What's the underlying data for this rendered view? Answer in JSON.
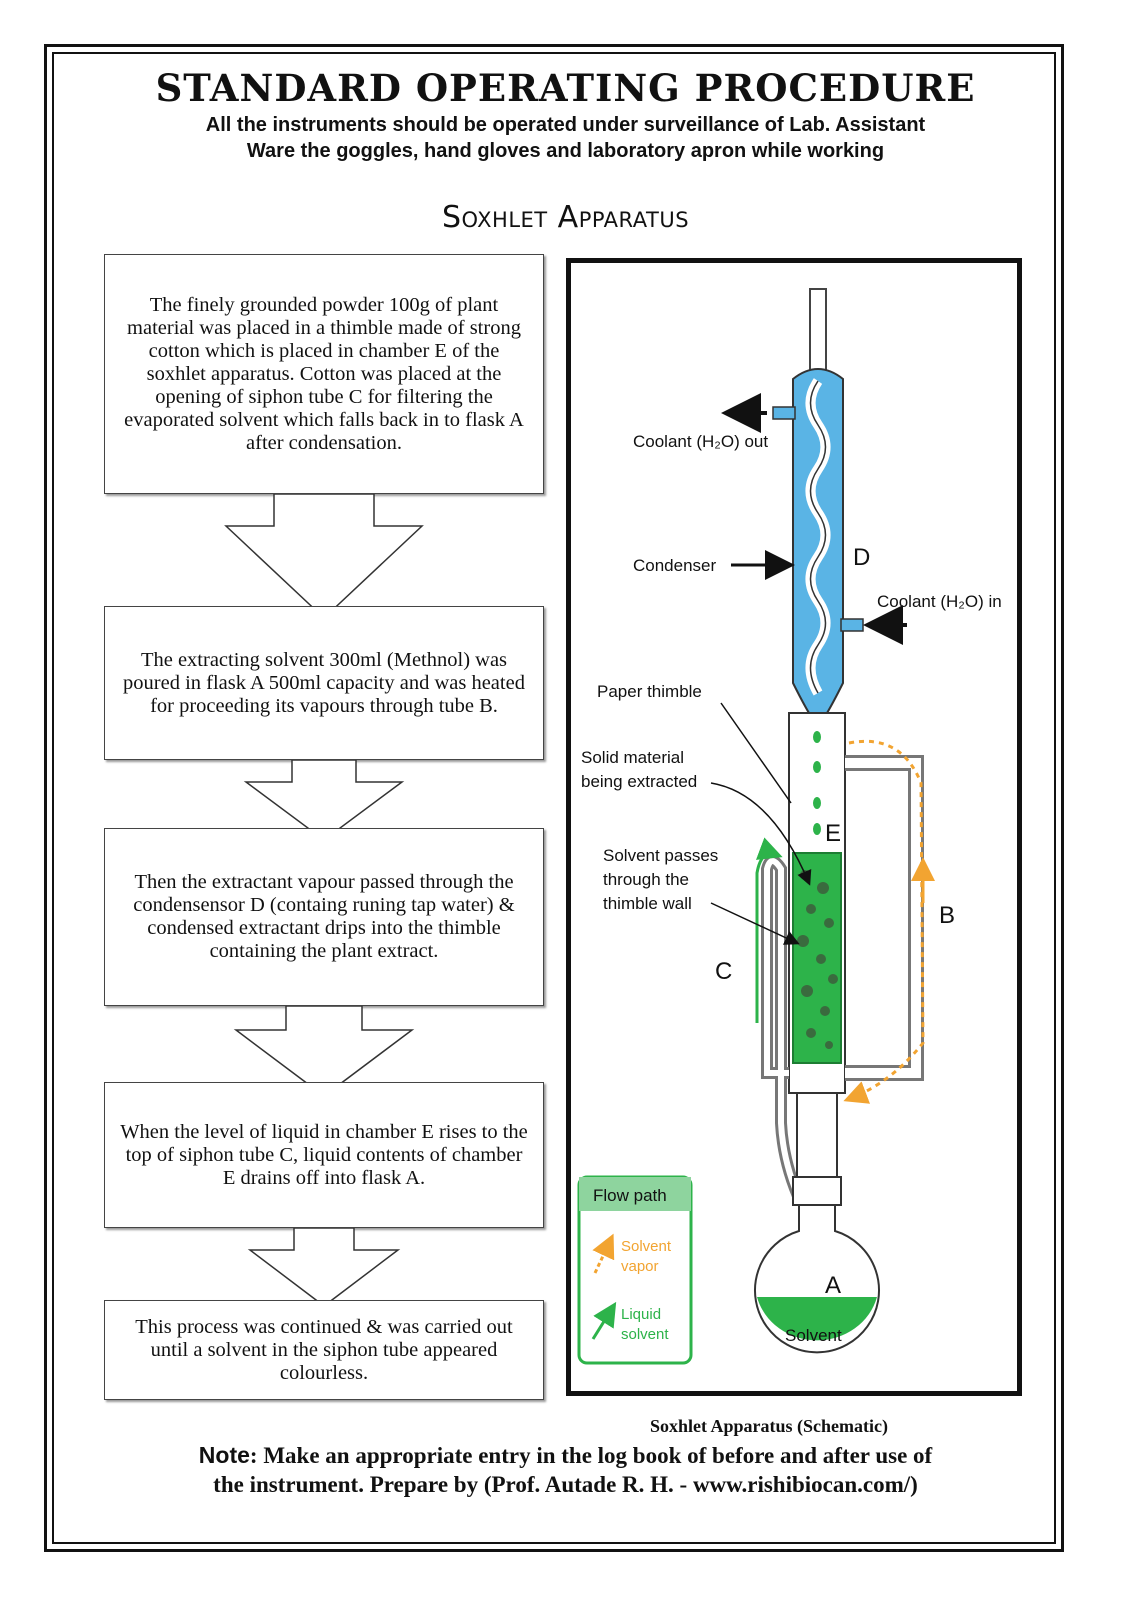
{
  "header": {
    "title": "STANDARD OPERATING PROCEDURE",
    "line1": "All the instruments should be operated under surveillance of Lab. Assistant",
    "line2": "Ware the goggles, hand gloves and laboratory apron while working"
  },
  "section_title": "Soxhlet Apparatus",
  "flowchart": {
    "steps": [
      "The finely grounded powder  100g of plant material was placed in a thimble made of strong cotton which is placed in chamber E of the soxhlet apparatus. Cotton was placed  at the opening of siphon tube C for filtering the evaporated solvent which falls back in to flask A after condensation.",
      "The extracting solvent  300ml (Methnol) was poured in flask A 500ml capacity  and was heated for proceeding its vapours through tube B.",
      "Then the extractant vapour passed  through the condensensor D (containg runing tap water) & condensed extractant drips into the thimble containing the plant extract.",
      "When the level of liquid in chamber E rises to the top of siphon tube C, liquid contents of chamber E drains off into flask A.",
      "This process was continued & was carried out until a solvent in the siphon tube appeared colourless."
    ]
  },
  "diagram": {
    "labels": {
      "coolant_out": "Coolant (H₂O) out",
      "condenser": "Condenser",
      "d": "D",
      "coolant_in": "Coolant (H₂O) in",
      "paper_thimble": "Paper thimble",
      "solid_line1": "Solid material",
      "solid_line2": "being extracted",
      "e": "E",
      "passes_line1": "Solvent passes",
      "passes_line2": "through the",
      "passes_line3": "thimble wall",
      "b": "B",
      "c": "C",
      "a": "A",
      "solvent": "Solvent"
    },
    "legend": {
      "title": "Flow path",
      "vapor_line1": "Solvent",
      "vapor_line2": "vapor",
      "liquid_line1": "Liquid",
      "liquid_line2": "solvent"
    },
    "colors": {
      "coolant": "#5ab4e5",
      "liquid": "#2db34a",
      "vapor": "#f2a431"
    }
  },
  "caption": "Soxhlet Apparatus (Schematic)",
  "footer": {
    "note_label": "Note",
    "note_rest": ": Make an appropriate entry in the log book of before and after use of",
    "line2": "the instrument. Prepare by  (Prof. Autade R. H. - www.rishibiocan.com/)"
  }
}
